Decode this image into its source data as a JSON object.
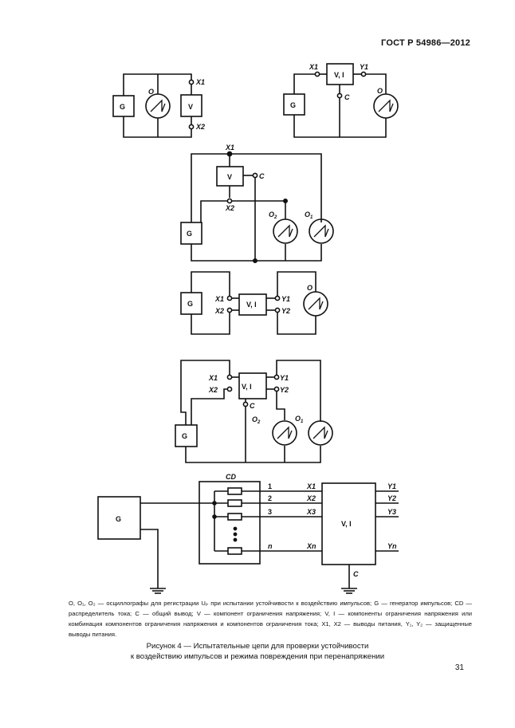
{
  "header": {
    "standard": "ГОСТ Р 54986—2012"
  },
  "labels": {
    "G": "G",
    "V": "V",
    "VI": "V, I",
    "O": "O",
    "O1": "O",
    "O1sub": "1",
    "O2": "O",
    "O2sub": "2",
    "X1": "X1",
    "X2": "X2",
    "Y1": "Y1",
    "Y2": "Y2",
    "C": "C",
    "CD": "CD",
    "X3": "X3",
    "Xn": "Xn",
    "Yn": "Yn",
    "Y3": "Y3",
    "n1": "1",
    "n2": "2",
    "n3": "3",
    "nn": "n"
  },
  "legend": {
    "line1": "O, O₁, O₂ — осциллографы для регистрации Uₚ при испытании устойчивости к воздействию импульсов; G — генератор импульсов; CD — распределитель тока; C — общий вывод; V — компонент ограничения напряжения; V, I — компоненты ограничения напряжения или комбинация компонентов ограничения напряжения и компонентов ограничения тока; X1, X2 — выводы питания, Y₁, Y₂ — защищенные выводы питания."
  },
  "caption": {
    "line1": "Рисунок 4 — Испытательные цепи для проверки устойчивости",
    "line2": "к воздействию импульсов и режима повреждения при перенапряжении"
  },
  "page_number": "31"
}
